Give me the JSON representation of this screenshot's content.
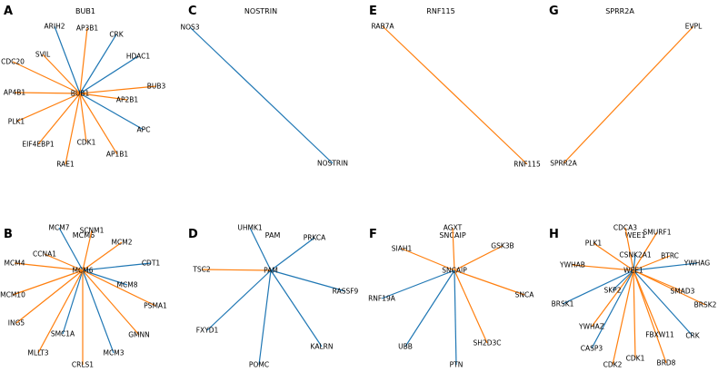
{
  "colors": {
    "blue": "#1f77b4",
    "orange": "#ff7f0e"
  },
  "panels": [
    {
      "letter": "A",
      "title": "BUB1",
      "center": "BUB1",
      "edges": [
        {
          "target": "ARIH2",
          "color": "blue"
        },
        {
          "target": "AP3B1",
          "color": "orange"
        },
        {
          "target": "CRK",
          "color": "blue"
        },
        {
          "target": "SVIL",
          "color": "orange"
        },
        {
          "target": "HDAC1",
          "color": "blue"
        },
        {
          "target": "CDC20",
          "color": "orange"
        },
        {
          "target": "BUB3",
          "color": "orange"
        },
        {
          "target": "AP4B1",
          "color": "orange"
        },
        {
          "target": "AP2B1",
          "color": "orange"
        },
        {
          "target": "PLK1",
          "color": "orange"
        },
        {
          "target": "APC",
          "color": "blue"
        },
        {
          "target": "EIF4EBP1",
          "color": "orange"
        },
        {
          "target": "CDK1",
          "color": "orange"
        },
        {
          "target": "AP1B1",
          "color": "orange"
        },
        {
          "target": "RAE1",
          "color": "orange"
        }
      ]
    },
    {
      "letter": "C",
      "title": "NOSTRIN",
      "center": "NOSTRIN",
      "edges": [
        {
          "target": "NOS3",
          "color": "blue"
        }
      ]
    },
    {
      "letter": "E",
      "title": "RNF115",
      "center": "RNF115",
      "edges": [
        {
          "target": "RAB7A",
          "color": "orange"
        }
      ]
    },
    {
      "letter": "G",
      "title": "SPRR2A",
      "center": "SPRR2A",
      "edges": [
        {
          "target": "EVPL",
          "color": "orange"
        }
      ]
    },
    {
      "letter": "B",
      "title": "MCM6",
      "center": "MCM6",
      "edges": [
        {
          "target": "MCM7",
          "color": "blue"
        },
        {
          "target": "SCNM1",
          "color": "orange"
        },
        {
          "target": "MCM2",
          "color": "orange"
        },
        {
          "target": "CCNA1",
          "color": "orange"
        },
        {
          "target": "CDT1",
          "color": "blue"
        },
        {
          "target": "MCM4",
          "color": "orange"
        },
        {
          "target": "MCM8",
          "color": "blue"
        },
        {
          "target": "MCM10",
          "color": "orange"
        },
        {
          "target": "PSMA1",
          "color": "orange"
        },
        {
          "target": "ING5",
          "color": "orange"
        },
        {
          "target": "SMC1A",
          "color": "blue"
        },
        {
          "target": "GMNN",
          "color": "orange"
        },
        {
          "target": "MLLT3",
          "color": "orange"
        },
        {
          "target": "MCM3",
          "color": "blue"
        },
        {
          "target": "CRLS1",
          "color": "orange"
        }
      ]
    },
    {
      "letter": "D",
      "title": "PAM",
      "center": "PAM",
      "edges": [
        {
          "target": "UHMK1",
          "color": "blue"
        },
        {
          "target": "PRKCA",
          "color": "blue"
        },
        {
          "target": "TSC2",
          "color": "orange"
        },
        {
          "target": "RASSF9",
          "color": "blue"
        },
        {
          "target": "FXYD1",
          "color": "blue"
        },
        {
          "target": "KALRN",
          "color": "blue"
        },
        {
          "target": "POMC",
          "color": "blue"
        }
      ]
    },
    {
      "letter": "F",
      "title": "SNCAIP",
      "center": "SNCAIP",
      "edges": [
        {
          "target": "AGXT",
          "color": "orange"
        },
        {
          "target": "SIAH1",
          "color": "orange"
        },
        {
          "target": "GSK3B",
          "color": "orange"
        },
        {
          "target": "RNF19A",
          "color": "blue"
        },
        {
          "target": "SNCA",
          "color": "orange"
        },
        {
          "target": "UBB",
          "color": "blue"
        },
        {
          "target": "SH2D3C",
          "color": "orange"
        },
        {
          "target": "PTN",
          "color": "blue"
        }
      ]
    },
    {
      "letter": "H",
      "title": "WEE1",
      "center": "WEE1",
      "edges": [
        {
          "target": "CDCA3",
          "color": "orange"
        },
        {
          "target": "SMURF1",
          "color": "orange"
        },
        {
          "target": "PLK1",
          "color": "orange"
        },
        {
          "target": "CSNK2A1",
          "color": "blue"
        },
        {
          "target": "BTRC",
          "color": "orange"
        },
        {
          "target": "YWHAB",
          "color": "orange"
        },
        {
          "target": "YWHAG",
          "color": "blue"
        },
        {
          "target": "SKP2",
          "color": "blue"
        },
        {
          "target": "SMAD3",
          "color": "orange"
        },
        {
          "target": "BRSK1",
          "color": "blue"
        },
        {
          "target": "BRSK2",
          "color": "orange"
        },
        {
          "target": "YWHAZ",
          "color": "orange"
        },
        {
          "target": "CRK",
          "color": "blue"
        },
        {
          "target": "FBXW11",
          "color": "orange"
        },
        {
          "target": "CASP3",
          "color": "blue"
        },
        {
          "target": "CDK1",
          "color": "orange"
        },
        {
          "target": "BRD8",
          "color": "orange"
        },
        {
          "target": "CDK2",
          "color": "orange"
        }
      ]
    }
  ]
}
